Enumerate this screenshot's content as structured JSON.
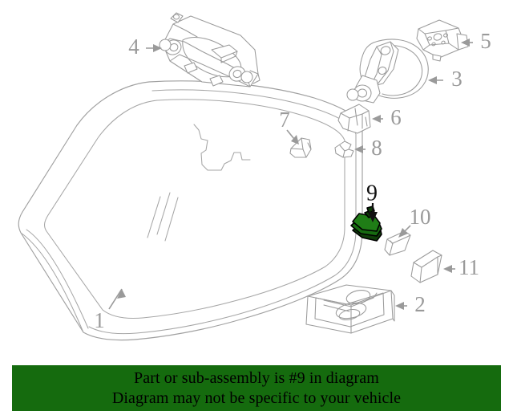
{
  "diagram": {
    "title": "Windshield and related components exploded parts diagram",
    "background_color": "#ffffff",
    "line_color": "#9b9b9b",
    "highlight_color": "#166b10",
    "highlight_outline_color": "#000000",
    "callout_color": "#9a9a9a",
    "highlight_callout_color": "#111111",
    "highlighted_part_number": "9",
    "callouts": [
      {
        "number": "1",
        "label": "windshield-glass",
        "highlighted": false
      },
      {
        "number": "2",
        "label": "component-tray-housing",
        "highlighted": false
      },
      {
        "number": "3",
        "label": "inside-rearview-mirror",
        "highlighted": false
      },
      {
        "number": "4",
        "label": "roof-mounted-module-assembly",
        "highlighted": false
      },
      {
        "number": "5",
        "label": "mirror-mount-bracket-cover",
        "highlighted": false
      },
      {
        "number": "6",
        "label": "wedge-bracket",
        "highlighted": false
      },
      {
        "number": "7",
        "label": "small-retainer-clip",
        "highlighted": false
      },
      {
        "number": "8",
        "label": "small-mounting-clip",
        "highlighted": false
      },
      {
        "number": "9",
        "label": "rain-sensor-module",
        "highlighted": true
      },
      {
        "number": "10",
        "label": "sensor-cover-cap-small",
        "highlighted": false
      },
      {
        "number": "11",
        "label": "sensor-cover-cap-large",
        "highlighted": false
      }
    ]
  },
  "banner": {
    "background_color": "#156b0e",
    "text_color": "#000000",
    "line1": "Part or sub-assembly is #9 in diagram",
    "line2": "Diagram may not be specific to your vehicle"
  }
}
